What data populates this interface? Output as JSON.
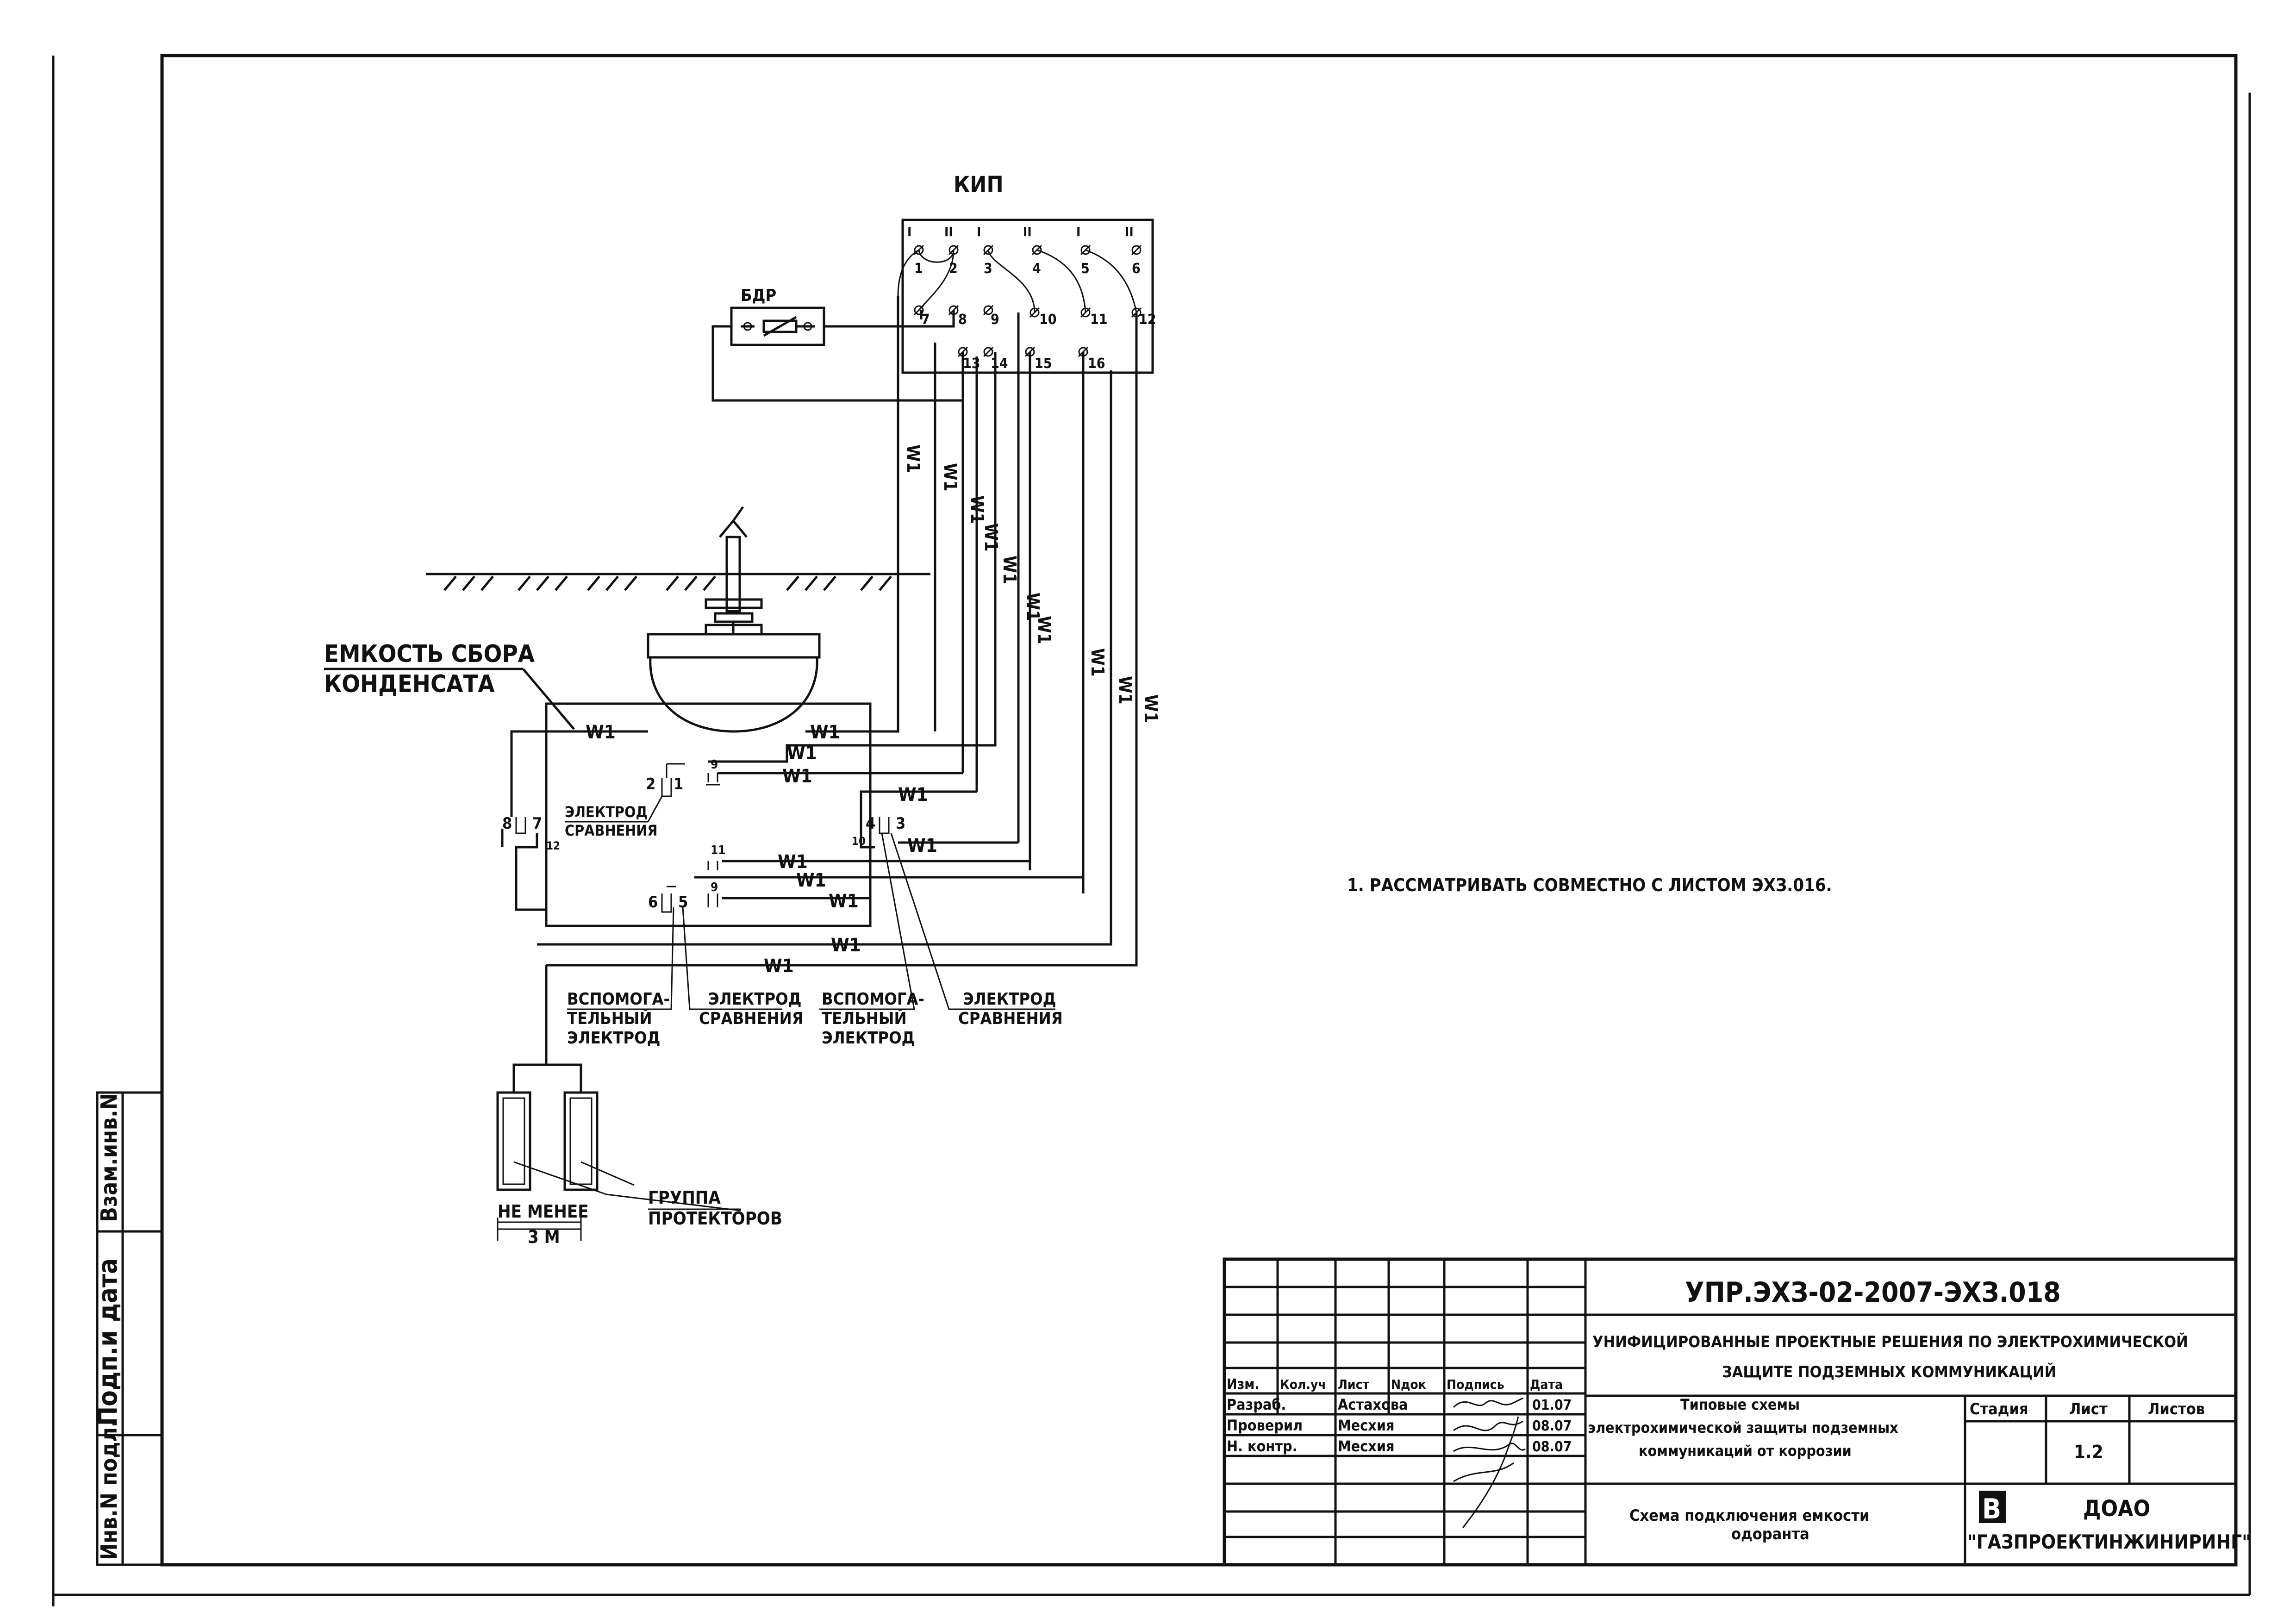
{
  "diagram": {
    "kip_label": "КИП",
    "bdr_label": "БДР",
    "wire_label": "W1",
    "terminal_numbers": [
      "1",
      "2",
      "3",
      "4",
      "5",
      "6",
      "7",
      "8",
      "9",
      "10",
      "11",
      "12",
      "13",
      "14",
      "15",
      "16"
    ],
    "terminal_top_marks": [
      "I",
      "II",
      "I",
      "II",
      "I",
      "II"
    ],
    "vessel_label_line1": "ЕМКОСТЬ СБОРА",
    "vessel_label_line2": "КОНДЕНСАТА",
    "ref_electrode_left_1": "ЭЛЕКТРОД",
    "ref_electrode_left_2": "СРАВНЕНИЯ",
    "vessel_terminals": {
      "t2": "2",
      "t1": "1",
      "t8": "8",
      "t7": "7",
      "t12": "12",
      "t4": "4",
      "t3": "3",
      "t10": "10",
      "t6": "6",
      "t5": "5",
      "t9": "9",
      "t11": "11"
    },
    "bottom_labels": [
      {
        "l1": "ВСПОМОГА-",
        "l2": "ТЕЛЬНЫЙ",
        "l3": "ЭЛЕКТРОД"
      },
      {
        "l1": "ЭЛЕКТРОД",
        "l2": "СРАВНЕНИЯ",
        "l3": ""
      },
      {
        "l1": "ВСПОМОГА-",
        "l2": "ТЕЛЬНЫЙ",
        "l3": "ЭЛЕКТРОД"
      },
      {
        "l1": "ЭЛЕКТРОД",
        "l2": "СРАВНЕНИЯ",
        "l3": ""
      }
    ],
    "protector_group_1": "ГРУППА",
    "protector_group_2": "ПРОТЕКТОРОВ",
    "min_dist_1": "НЕ МЕНЕЕ",
    "min_dist_2": "3 М"
  },
  "note": "1. РАССМАТРИВАТЬ СОВМЕСТНО С ЛИСТОМ ЭХЗ.016.",
  "side_stamp": {
    "inv_podl": "Инв.N подл.",
    "podp_data": "Подп.и дата",
    "vzam_inv": "Взам.инв.N"
  },
  "title_block": {
    "doc_code": "УПР.ЭХЗ-02-2007-ЭХЗ.018",
    "project_title_1": "УНИФИЦИРОВАННЫЕ ПРОЕКТНЫЕ РЕШЕНИЯ ПО ЭЛЕКТРОХИМИЧЕСКОЙ",
    "project_title_2": "ЗАЩИТЕ ПОДЗЕМНЫХ КОММУНИКАЦИЙ",
    "col_headers": [
      "Изм.",
      "Кол.уч",
      "Лист",
      "Nдок",
      "Подпись",
      "Дата"
    ],
    "roles": [
      {
        "role": "Разраб.",
        "name": "Астахова",
        "date": "01.07"
      },
      {
        "role": "Проверил",
        "name": "Месхия",
        "date": "08.07"
      },
      {
        "role": "Н. контр.",
        "name": "Месхия",
        "date": "08.07"
      }
    ],
    "sheet_title_1": "Типовые схемы",
    "sheet_title_2": "электрохимической защиты подземных",
    "sheet_title_3": "коммуникаций от коррозии",
    "stage_header": "Стадия",
    "sheet_header": "Лист",
    "sheets_header": "Листов",
    "sheet_number": "1.2",
    "drawing_title_1": "Схема подключения емкости",
    "drawing_title_2": "одоранта",
    "org_line1": "ДОАО",
    "org_line2": "\"ГАЗПРОЕКТИНЖИНИРИНГ\"",
    "logo_letter": "B"
  }
}
